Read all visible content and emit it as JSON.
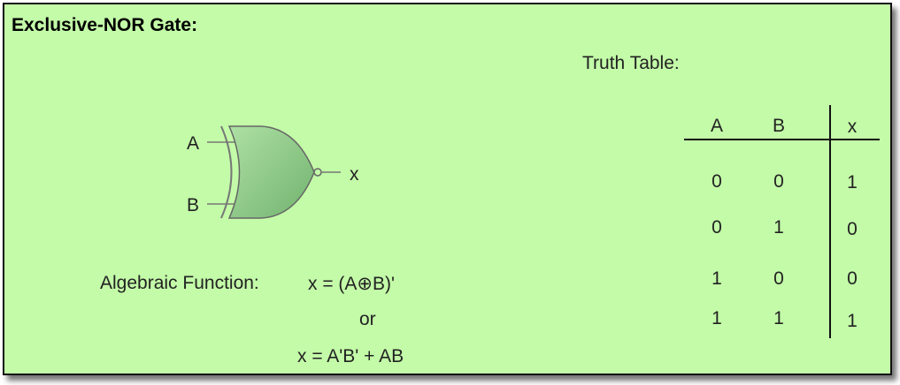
{
  "title": "Exclusive-NOR Gate:",
  "truth_table": {
    "label": "Truth Table:",
    "headers": [
      "A",
      "B",
      "x"
    ],
    "rows": [
      [
        "0",
        "0",
        "1"
      ],
      [
        "0",
        "1",
        "0"
      ],
      [
        "1",
        "0",
        "0"
      ],
      [
        "1",
        "1",
        "1"
      ]
    ]
  },
  "gate": {
    "input_a": "A",
    "input_b": "B",
    "output": "x",
    "fill_color": "#8cc78a"
  },
  "algebra": {
    "label": "Algebraic Function:",
    "expression": "x = (A⊕B)'",
    "or": "or",
    "expression_alt": "x = A'B' + AB"
  }
}
